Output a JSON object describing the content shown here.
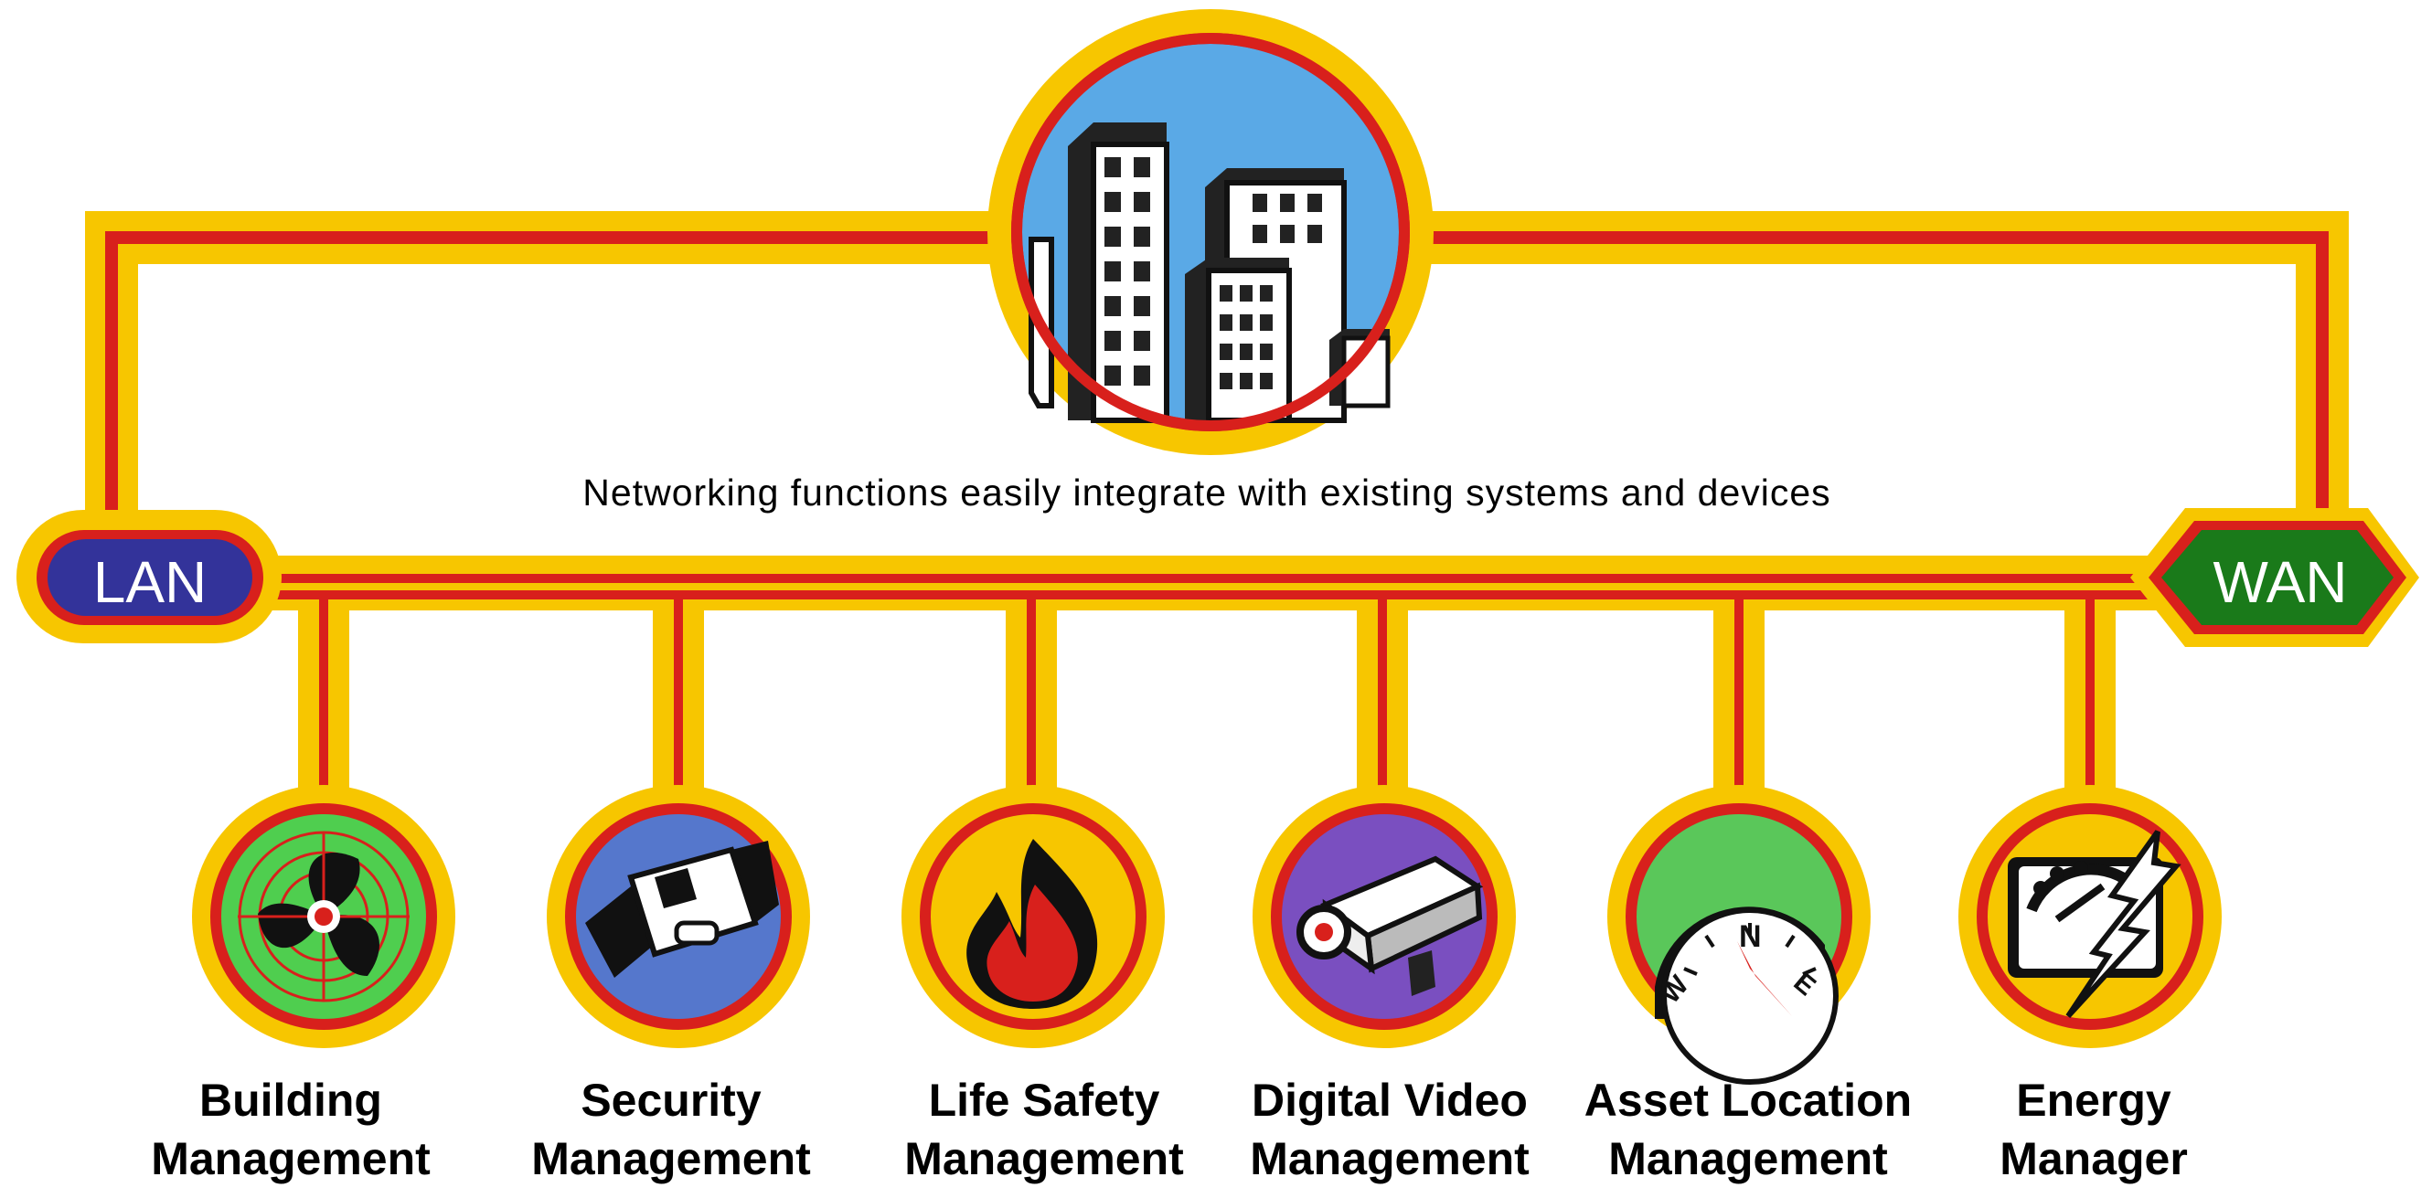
{
  "diagram": {
    "caption": "Networking functions easily integrate with existing systems and devices",
    "lan_label": "LAN",
    "wan_label": "WAN",
    "colors": {
      "line_outer": "#f7c600",
      "line_inner": "#d8201c",
      "lan_fill": "#33339a",
      "wan_fill": "#1a7a1a",
      "sky": "#5aa9e6"
    },
    "nodes": [
      {
        "id": "building",
        "line1": "Building",
        "line2": "Management",
        "icon": "fan-icon"
      },
      {
        "id": "security",
        "line1": "Security",
        "line2": "Management",
        "icon": "access-card-icon"
      },
      {
        "id": "life-safety",
        "line1": "Life Safety",
        "line2": "Management",
        "icon": "flame-icon"
      },
      {
        "id": "video",
        "line1": "Digital Video",
        "line2": "Management",
        "icon": "camera-icon"
      },
      {
        "id": "asset",
        "line1": "Asset Location",
        "line2": "Management",
        "icon": "compass-icon"
      },
      {
        "id": "energy",
        "line1": "Energy",
        "line2": "Manager",
        "icon": "energy-meter-icon"
      }
    ]
  }
}
